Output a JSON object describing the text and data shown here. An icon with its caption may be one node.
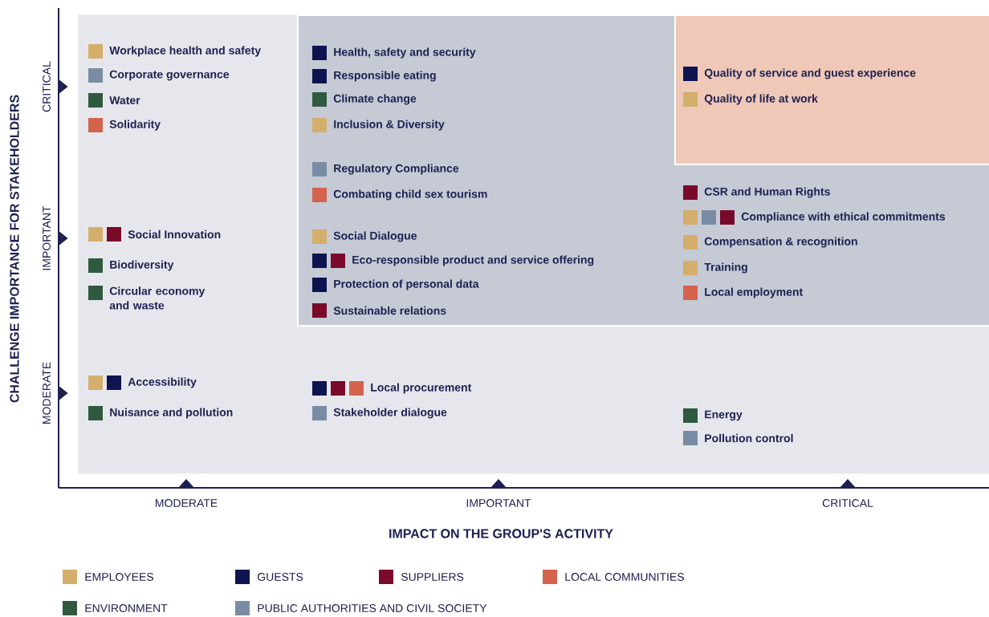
{
  "diagram": {
    "nodes": [
      {
        "text": [],
        "shape": "box"
      },
      {
        "text": [],
        "shape": "box",
        "in": 0
      },
      {
        "text": [],
        "shape": "box",
        "in": 1
      }
    ],
    "labels": [
      "CHALLENGE IMPORTANCE FOR STAKEHOLDERS",
      "CRITICAL",
      "IMPORTANT",
      "MODERATE",
      "Workplace health and safety",
      "Corporate governance",
      "Water",
      "Solidarity",
      "Social Innovation",
      "Biodiversity",
      "Circular economy and waste",
      "Accessibility",
      "Nuisance and pollution",
      "Health, safety and security",
      "Responsible eating",
      "Climate change",
      "Inclusion & Diversity",
      "Regulatory Compliance",
      "Combating child sex tourism",
      "Social Dialogue",
      "Eco-responsible product and service offering",
      "Protection of personal data",
      "Sustainable relations",
      "Local procurement",
      "Stakeholder dialogue",
      "Quality of service and guest experience",
      "Quality of life at work",
      "CSR and Human Rights",
      "Compliance with ethical commitments",
      "Compensation & recognition",
      "Training",
      "Local employment",
      "Energy",
      "Pollution control",
      "MODERATE",
      "IMPORTANT",
      "CRITICAL",
      "IMPACT ON THE GROUP'S ACTIVITY"
    ],
    "legend": [
      {
        "text": "EMPLOYEES",
        "color": "#d4ae6b"
      },
      {
        "text": "GUESTS",
        "color": "#0d1450"
      },
      {
        "text": "SUPPLIERS",
        "color": "#7a0a2a"
      },
      {
        "text": "LOCAL COMMUNITIES",
        "color": "#d4634e"
      },
      {
        "text": "ENVIRONMENT",
        "color": "#2f5a3f"
      },
      {
        "text": "PUBLIC AUTHORITIES AND CIVIL SOCIETY",
        "color": "#7a8ca3"
      }
    ]
  }
}
